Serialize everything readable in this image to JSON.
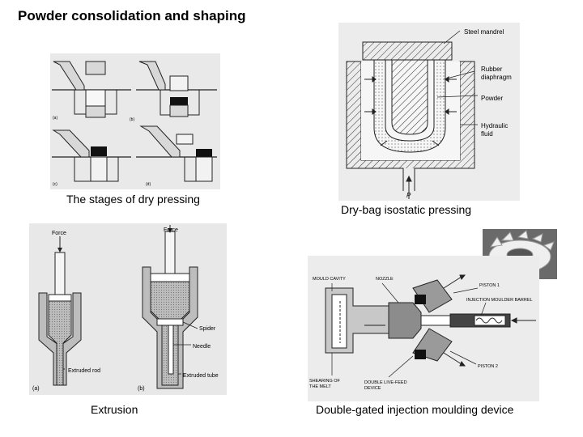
{
  "slide": {
    "title": "Powder consolidation and shaping"
  },
  "figures": {
    "dry_pressing": {
      "caption": "The stages of dry pressing",
      "stage_labels": [
        "(a)",
        "(b)",
        "(c)",
        "(d)"
      ]
    },
    "isostatic": {
      "caption": "Dry-bag isostatic pressing",
      "labels": {
        "mandrel": "Steel mandrel",
        "diaphragm_line1": "Rubber",
        "diaphragm_line2": "diaphragm",
        "powder": "Powder",
        "fluid_line1": "Hydraulic",
        "fluid_line2": "fluid",
        "pressure": "P"
      }
    },
    "extrusion": {
      "caption": "Extrusion",
      "labels": {
        "force_a": "Force",
        "force_b": "Force",
        "rod": "Extruded rod",
        "spider": "Spider",
        "needle": "Needle",
        "tube": "Extruded tube",
        "part_a": "(a)",
        "part_b": "(b)"
      }
    },
    "injection": {
      "caption": "Double-gated injection moulding device",
      "labels": {
        "cavity": "MOULD CAVITY",
        "nozzle": "NOZZLE",
        "piston1": "PISTON 1",
        "barrel": "INJECTION MOULDER BARREL",
        "piston2": "PISTON 2",
        "shearing_line1": "SHEARING OF",
        "shearing_line2": "THE MELT",
        "device_line1": "DOUBLE LIVE-FEED",
        "device_line2": "DEVICE"
      }
    }
  }
}
